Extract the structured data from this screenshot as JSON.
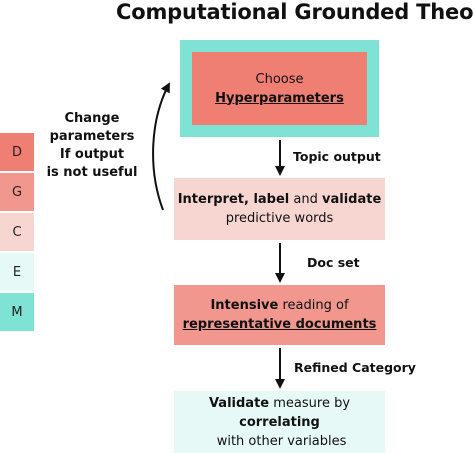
{
  "title": "Computational Grounded Theory",
  "legend": [
    {
      "letter": "D",
      "color": "#ef7f73"
    },
    {
      "letter": "G",
      "color": "#f1978e"
    },
    {
      "letter": "C",
      "color": "#f7d6d2"
    },
    {
      "letter": "E",
      "color": "#e6f9f7"
    },
    {
      "letter": "M",
      "color": "#7ee2d5"
    }
  ],
  "feedback_label": [
    "Change",
    "parameters",
    "If output",
    "is not useful"
  ],
  "steps": [
    {
      "line1": "Choose",
      "line2": "Hyperparameters"
    },
    {
      "line1_bold1": "Interpret, label",
      "line1_mid": " and ",
      "line1_bold2": "validate",
      "line2": "predictive words"
    },
    {
      "line1_bold": "Intensive",
      "line1_rest": " reading of",
      "line2": "representative documents"
    },
    {
      "line1_bold": "Validate",
      "line1_rest": " measure by",
      "line2_bold": "correlating",
      "line2_rest": " with other variables"
    }
  ],
  "edges": [
    "Topic output",
    "Doc set",
    "Refined Category"
  ]
}
